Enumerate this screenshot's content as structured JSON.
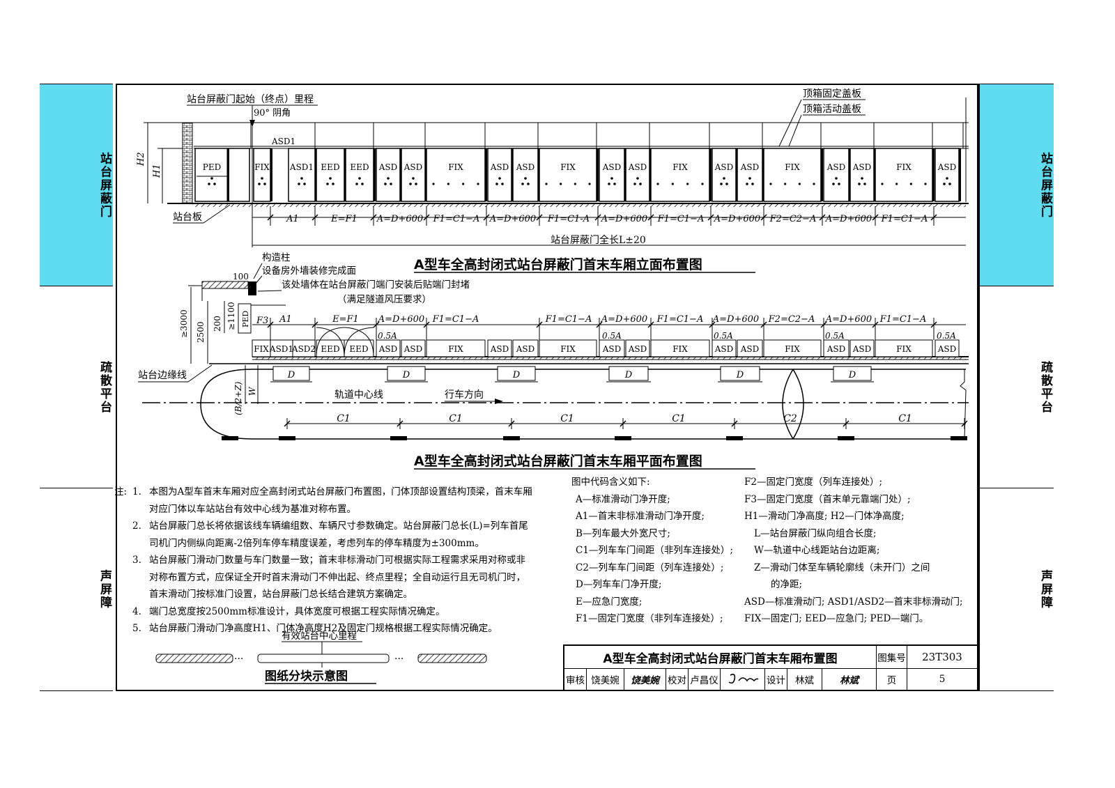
{
  "side_tabs": [
    {
      "label": "站台屏蔽门",
      "color": "#5fdcf0"
    },
    {
      "label": "疏散平台",
      "color": "#ffffff"
    },
    {
      "label": "声屏障",
      "color": "#ffffff"
    }
  ],
  "elevation": {
    "title": "A型车全高封闭式站台屏蔽门首末车厢立面布置图",
    "start_label": "站台屏蔽门起始（终点）里程",
    "corner_label": "90° 阴角",
    "top_labels": [
      "顶箱固定盖板",
      "顶箱活动盖板"
    ],
    "asd_top": "ASD1",
    "h2": "H2",
    "h1": "H1",
    "platform_board": "站台板",
    "panels": [
      "PED",
      "FIX",
      "ASD1",
      "EED",
      "EED",
      "ASD",
      "ASD",
      "FIX",
      "ASD",
      "ASD",
      "FIX",
      "ASD",
      "ASD",
      "FIX",
      "ASD",
      "ASD",
      "FIX",
      "ASD",
      "ASD",
      "FIX",
      "ASD"
    ],
    "dims": [
      "A1",
      "E=F1",
      "A=D+600",
      "F1=C1−A",
      "A=D+600",
      "F1=C1-A",
      "A=D+600",
      "F1=C1−A",
      "A=D+600",
      "F2=C2−A",
      "A=D+600",
      "F1=C1−A"
    ],
    "total_length": "站台屏蔽门全长L±20"
  },
  "plan": {
    "title": "A型车全高封闭式站台屏蔽门首末车厢平面布置图",
    "callouts": [
      "构造柱",
      "设备房外墙装修完成面",
      "该处墙体在站台屏蔽门端门安装后贴端门封堵",
      "（满足隧道风压要求）"
    ],
    "dim_100": "100",
    "dim_3000": "≥3000",
    "dim_2500": "2500",
    "dim_200": "200",
    "dim_1100": "≥1100",
    "ped": "PED",
    "f3": "F3",
    "top_dims": [
      "A1",
      "E=F1",
      "A=D+600",
      "F1=C1−A",
      "F1=C1−A",
      "A=D+600",
      "F1=C1−A",
      "A=D+600",
      "F2=C2−A",
      "A=D+600",
      "F1=C1−A"
    ],
    "half_a": "0.5A",
    "panels": [
      "FIX",
      "ASD1",
      "ASD2",
      "EED",
      "EED",
      "ASD",
      "ASD",
      "FIX",
      "ASD",
      "ASD",
      "FIX",
      "ASD",
      "ASD",
      "FIX",
      "ASD",
      "ASD",
      "FIX",
      "ASD",
      "ASD",
      "FIX",
      "ASD"
    ],
    "edge_label": "站台边缘线",
    "d": "D",
    "w": "W",
    "bz": "(B/2+Z)",
    "track_center": "轨道中心线",
    "direction": "行车方向",
    "c_labels": [
      "C1",
      "C1",
      "C1",
      "C1",
      "C2",
      "C1"
    ]
  },
  "notes": {
    "head": "注:",
    "items": [
      {
        "k": "1.",
        "text": "本图为A型车首末车厢对应全高封闭式站台屏蔽门布置图，门体顶部设置结构顶梁，首末车厢对应门体以车站站台有效中心线为基准对称布置。"
      },
      {
        "k": "2.",
        "text": "站台屏蔽门总长将依据该线车辆编组数、车辆尺寸参数确定。站台屏蔽门总长(L)=列车首尾司机门内侧纵向距离-2倍列车停车精度误差，考虑列车的停车精度为±300mm。"
      },
      {
        "k": "3.",
        "text": "站台屏蔽门滑动门数量与车门数量一致；首末非标滑动门可根据实际工程需求采用对称或非对称布置方式，应保证全开时首末滑动门不伸出起、终点里程；全自动运行且无司机门时，首末滑动门按标准门设置，站台屏蔽门总长结合建筑方案确定。"
      },
      {
        "k": "4.",
        "text": "端门总宽度按2500mm标准设计，具体宽度可根据工程实际情况确定。"
      },
      {
        "k": "5.",
        "text": "站台屏蔽门滑动门净高度H1、门体净高度H2及固定门规格根据工程实际情况确定。"
      }
    ]
  },
  "legend": {
    "head": "图中代码含义如下:",
    "left": [
      "A—标准滑动门净开度;",
      "A1—首末非标准滑动门净开度;",
      "B—列车最大外宽尺寸;",
      "C1—列车车门间距（非列车连接处）;",
      "C2—列车车门间距（列车连接处）;",
      "D—列车车门净开度;",
      "E—应急门宽度;",
      "F1—固定门宽度（非列车连接处）;"
    ],
    "right": [
      "F2—固定门宽度（列车连接处）;",
      "F3—固定门宽度（首末单元靠端门处）;",
      "H1—滑动门净高度; H2—门体净高度;",
      "L—站台屏蔽门纵向组合长度;",
      "W—轨道中心线距站台边距离;",
      "Z—滑动门体至车辆轮廓线（未开门）之间",
      "的净距;",
      "ASD—标准滑动门; ASD1/ASD2—首末非标滑动门;",
      "FIX—固定门; EED—应急门; PED—端门。"
    ]
  },
  "block": {
    "label": "有效站台中心里程",
    "dots": "···",
    "title": "图纸分块示意图"
  },
  "title_block": {
    "title": "A型车全高封闭式站台屏蔽门首末车厢布置图",
    "atlas_label": "图集号",
    "atlas_no": "23T303",
    "review": "审核",
    "reviewer": "饶美婉",
    "reviewer_sig": "饶美婉",
    "check": "校对",
    "checker": "卢昌仪",
    "design": "设计",
    "designer": "林斌",
    "designer_sig": "林斌",
    "page_label": "页",
    "page": "5"
  }
}
